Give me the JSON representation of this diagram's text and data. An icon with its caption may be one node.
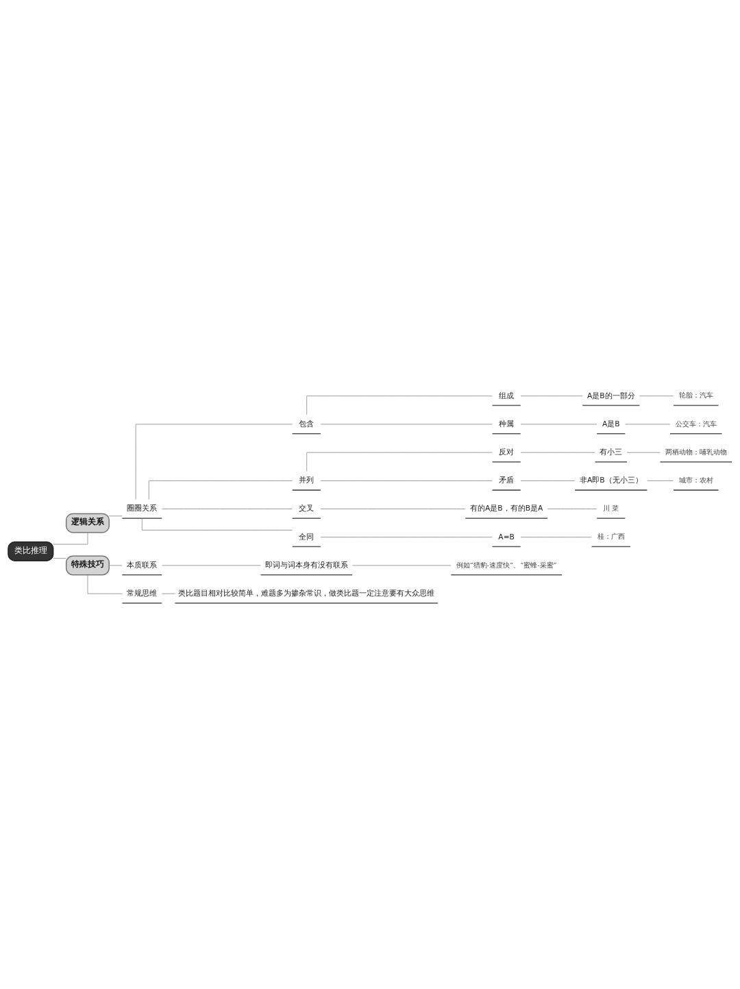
{
  "diagram": {
    "nodes": [
      {
        "text": [
          "类比推理"
        ]
      },
      {
        "text": [
          "逻辑关系"
        ]
      },
      {
        "text": [
          "圈圈关系"
        ]
      },
      {
        "text": [
          "包含"
        ]
      },
      {
        "text": [
          "组成"
        ]
      },
      {
        "text": [
          "A是B的一部分"
        ]
      },
      {
        "text": [
          "轮胎：汽车"
        ]
      },
      {
        "text": [
          "种属"
        ]
      },
      {
        "text": [
          "A是B"
        ]
      },
      {
        "text": [
          "公交车：汽车"
        ]
      },
      {
        "text": [
          "并列"
        ]
      },
      {
        "text": [
          "反对"
        ]
      },
      {
        "text": [
          "有小三"
        ]
      },
      {
        "text": [
          "两栖动物：哺乳动物"
        ]
      },
      {
        "text": [
          "矛盾"
        ]
      },
      {
        "text": [
          "非A即B（无小三）"
        ]
      },
      {
        "text": [
          "城市：农村"
        ]
      },
      {
        "text": [
          "交叉"
        ]
      },
      {
        "text": [
          "有的A是B，有的B是A"
        ]
      },
      {
        "text": [
          "川 菜"
        ]
      },
      {
        "text": [
          "全同"
        ]
      },
      {
        "text": [
          "A=B"
        ]
      },
      {
        "text": [
          "桂：广西"
        ]
      },
      {
        "text": [
          "特殊技巧"
        ]
      },
      {
        "text": [
          "本质联系"
        ]
      },
      {
        "text": [
          "即词与词本身有没有联系"
        ]
      },
      {
        "text": [
          "例如“猎豹-速度快”、“蜜蜂-采蜜”"
        ]
      },
      {
        "text": [
          "常规思维"
        ]
      },
      {
        "text": [
          "类比题目相对比较简单，难题多为掺杂常识，做类比题一定注意要有大众思维"
        ]
      }
    ],
    "edges": [
      {
        "from": 0,
        "to": 1,
        "arrow": "none"
      },
      {
        "from": 1,
        "to": 2,
        "arrow": "none"
      },
      {
        "from": 2,
        "to": 3,
        "arrow": "none"
      },
      {
        "from": 3,
        "to": 4,
        "arrow": "none"
      },
      {
        "from": 4,
        "to": 5,
        "arrow": "none"
      },
      {
        "from": 5,
        "to": 6,
        "arrow": "none"
      },
      {
        "from": 3,
        "to": 7,
        "arrow": "none"
      },
      {
        "from": 7,
        "to": 8,
        "arrow": "none"
      },
      {
        "from": 8,
        "to": 9,
        "arrow": "none"
      },
      {
        "from": 2,
        "to": 10,
        "arrow": "none"
      },
      {
        "from": 10,
        "to": 11,
        "arrow": "none"
      },
      {
        "from": 11,
        "to": 12,
        "arrow": "none"
      },
      {
        "from": 12,
        "to": 13,
        "arrow": "none"
      },
      {
        "from": 10,
        "to": 14,
        "arrow": "none"
      },
      {
        "from": 14,
        "to": 15,
        "arrow": "none"
      },
      {
        "from": 15,
        "to": 16,
        "arrow": "none"
      },
      {
        "from": 2,
        "to": 17,
        "arrow": "none"
      },
      {
        "from": 17,
        "to": 18,
        "arrow": "none"
      },
      {
        "from": 18,
        "to": 19,
        "arrow": "none"
      },
      {
        "from": 2,
        "to": 20,
        "arrow": "none"
      },
      {
        "from": 20,
        "to": 21,
        "arrow": "none"
      },
      {
        "from": 21,
        "to": 22,
        "arrow": "none"
      },
      {
        "from": 0,
        "to": 23,
        "arrow": "none"
      },
      {
        "from": 23,
        "to": 24,
        "arrow": "none"
      },
      {
        "from": 24,
        "to": 25,
        "arrow": "none"
      },
      {
        "from": 25,
        "to": 26,
        "arrow": "none"
      },
      {
        "from": 23,
        "to": 27,
        "arrow": "none"
      },
      {
        "from": 27,
        "to": 28,
        "arrow": "none"
      }
    ]
  }
}
